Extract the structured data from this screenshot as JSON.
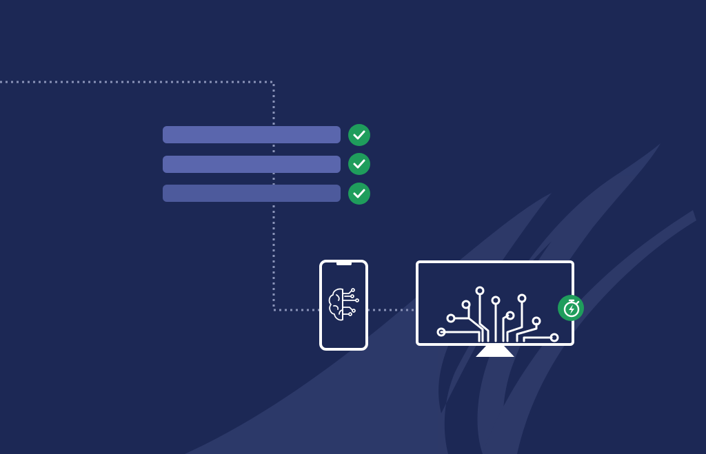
{
  "colors": {
    "background": "#1c2855",
    "swoosh": "#2f3b6b",
    "connector": "#8a93b8",
    "bar_primary": "#5a66ad",
    "bar_secondary": "#4d5a9c",
    "success": "#1f9d5c",
    "line_art": "#ffffff"
  },
  "checklist": {
    "items": [
      {
        "status": "complete",
        "icon": "check-icon"
      },
      {
        "status": "complete",
        "icon": "check-icon"
      },
      {
        "status": "complete",
        "icon": "check-icon"
      }
    ]
  },
  "devices": {
    "phone": {
      "icon": "brain-circuit-icon"
    },
    "monitor": {
      "icon": "circuit-tree-icon"
    }
  },
  "performance_badge": {
    "icon": "stopwatch-bolt-icon"
  },
  "brand_mark": {
    "icon": "swoosh-logo-watermark"
  }
}
